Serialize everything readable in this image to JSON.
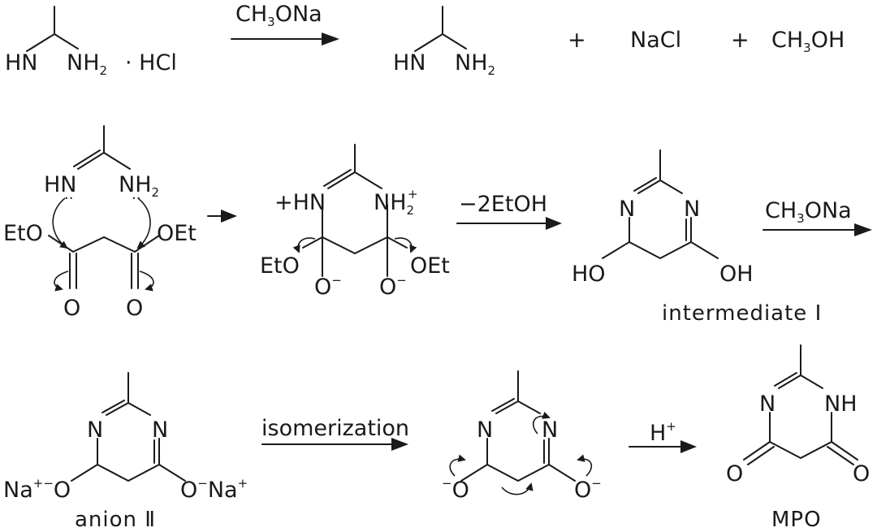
{
  "reaction1": {
    "reagent": "CH3ONa",
    "salt_label": "· HCl",
    "plus_1": "+",
    "byproduct_1": "NaCl",
    "plus_2": "+",
    "byproduct_2": "CH3OH"
  },
  "reaction2": {
    "elimination": "−2EtOH",
    "base": "CH3ONa",
    "intermediate_caption": "intermediate Ⅰ"
  },
  "reaction3": {
    "anion_caption": "anion Ⅱ",
    "isomerization_label": "isomerization",
    "acid": "H",
    "acid_charge": "+",
    "product_caption": "MPO"
  },
  "atoms": {
    "HN": "HN",
    "NH": "NH",
    "N": "N",
    "O": "O",
    "OEt": "OEt",
    "EtO": "EtO",
    "HO": "HO",
    "OH": "OH",
    "Na": "Na",
    "plusHN": "+HN",
    "minus": "−",
    "plus": "+"
  }
}
